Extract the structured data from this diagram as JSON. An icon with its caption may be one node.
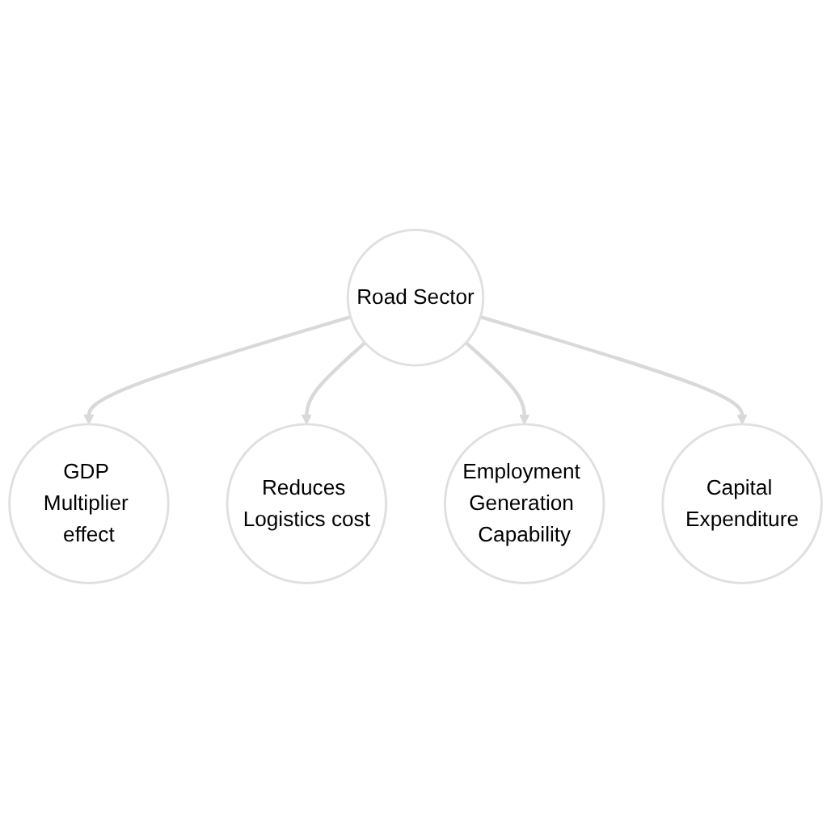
{
  "diagram": {
    "nodes": [
      {
        "text": [
          "GDP Multiplier effect"
        ]
      },
      {
        "text": [
          "Reduces Logistics cost"
        ]
      },
      {
        "text": [
          "Road Sector"
        ]
      },
      {
        "text": [
          "Employment Generation Capability"
        ]
      },
      {
        "text": [
          "Capital Expenditure"
        ]
      }
    ],
    "edges": [
      {
        "from": 2,
        "to": 0,
        "arrow": "to"
      },
      {
        "from": 2,
        "to": 1,
        "arrow": "to"
      },
      {
        "from": 2,
        "to": 3,
        "arrow": "to"
      },
      {
        "from": 2,
        "to": 4,
        "arrow": "to"
      }
    ]
  }
}
